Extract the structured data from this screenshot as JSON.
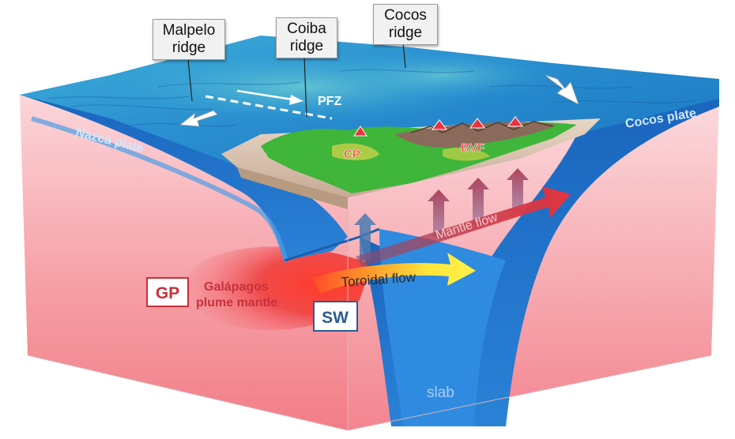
{
  "callouts": {
    "malpelo": {
      "line1": "Malpelo",
      "line2": "ridge"
    },
    "coiba": {
      "line1": "Coiba",
      "line2": "ridge"
    },
    "cocos": {
      "line1": "Cocos",
      "line2": "ridge"
    }
  },
  "labels": {
    "pfz": "PFZ",
    "nazca_plate": "Nazca plate",
    "cocos_plate": "Cocos plate",
    "cp": "CP",
    "bvf": "BVF",
    "mantle_flow": "Mantle flow",
    "toroidal_flow": "Toroidal flow",
    "gp_box": "GP",
    "gp_text_line1": "Galápagos",
    "gp_text_line2": "plume mantle",
    "sw_box": "SW",
    "slab": "slab"
  },
  "colors": {
    "mantle": "#f58a92",
    "slab_blue": "#1f6fc7",
    "ocean_surface": "#2a8fd0",
    "land_green": "#3fb53a",
    "label_red": "#c8313a",
    "sw_blue": "#2a5c96",
    "toroidal_yellow": "#ffe53a"
  }
}
